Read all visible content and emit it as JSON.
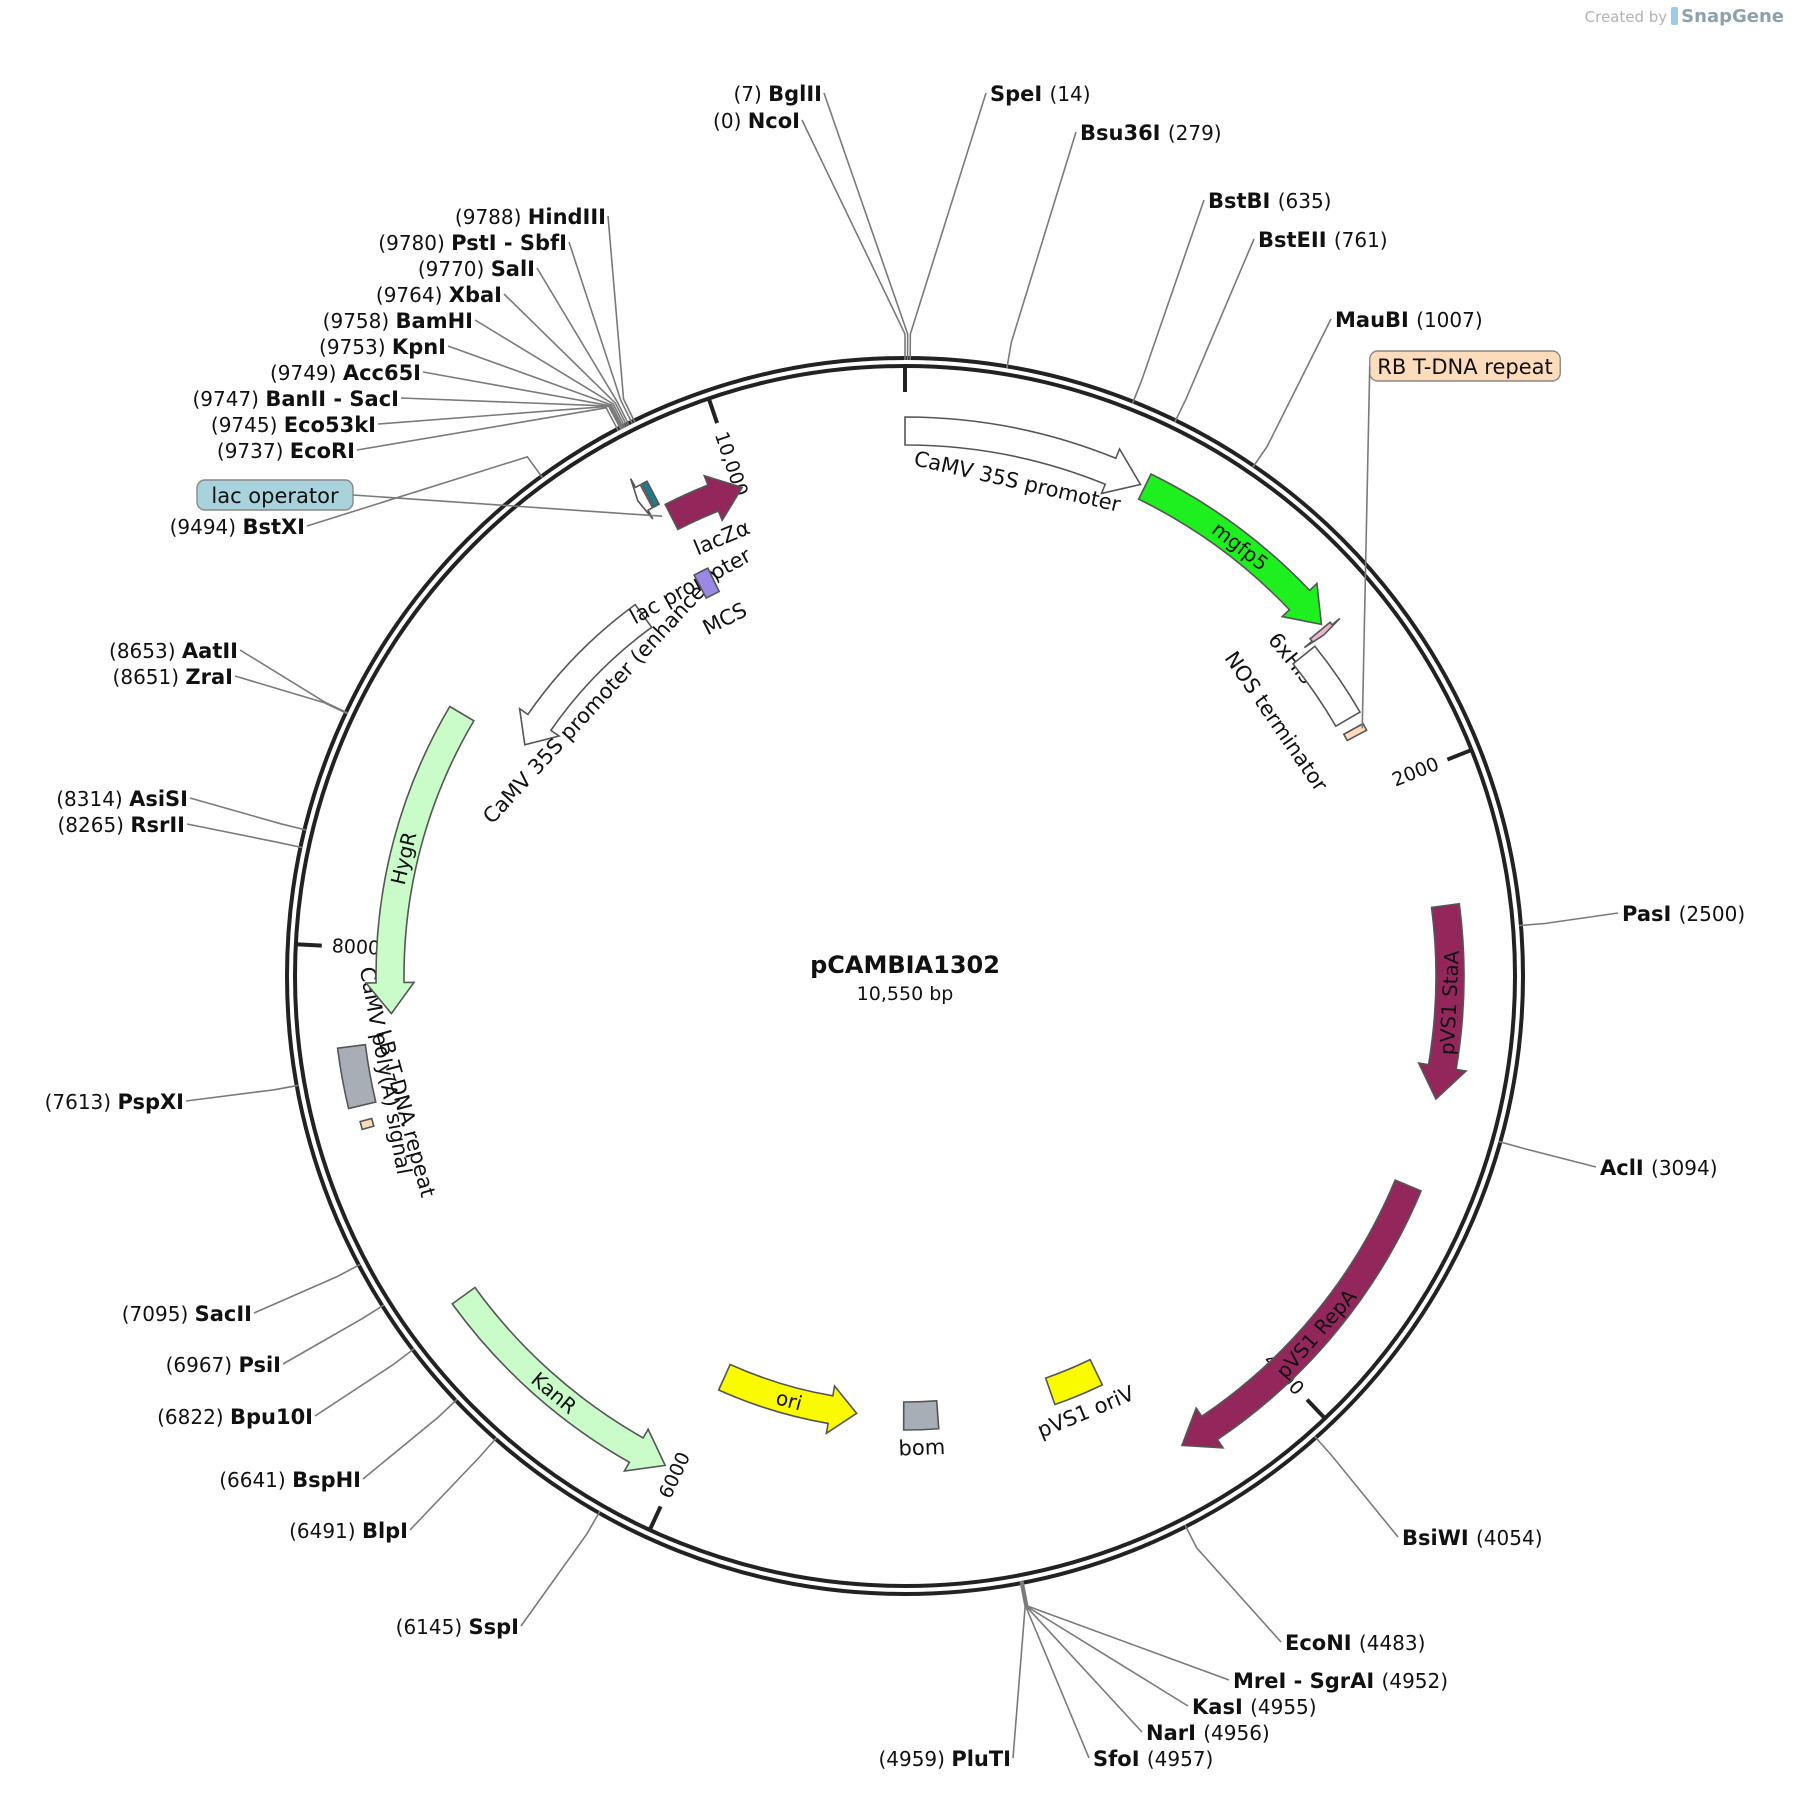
{
  "plasmid": {
    "name": "pCAMBIA1302",
    "length": 10550,
    "length_label": "10,550 bp"
  },
  "credit": {
    "prefix": "Created by",
    "brand": "SnapGene"
  },
  "ticks": [
    {
      "pos": 0,
      "label": ""
    },
    {
      "pos": 10000,
      "label": "10,000"
    },
    {
      "pos": 2000,
      "label": "2000"
    },
    {
      "pos": 4000,
      "label": "4000"
    },
    {
      "pos": 6000,
      "label": "6000"
    },
    {
      "pos": 8000,
      "label": "8000"
    }
  ],
  "features": [
    {
      "name": "CaMV 35S promoter",
      "start": 0,
      "end": 750,
      "strand": 1,
      "color": "#ffffff",
      "type": "promoter"
    },
    {
      "name": "mgfp5",
      "start": 765,
      "end": 1460,
      "strand": 1,
      "color": "#1eef1e",
      "type": "cds"
    },
    {
      "name": "6xHis",
      "start": 1472,
      "end": 1490,
      "strand": 1,
      "color": "#e7b7cf",
      "type": "tag"
    },
    {
      "name": "NOS terminator",
      "start": 1500,
      "end": 1755,
      "strand": 0,
      "color": "#ffffff",
      "type": "terminator"
    },
    {
      "name": "RB T-DNA repeat",
      "start": 1792,
      "end": 1816,
      "strand": 0,
      "color": "#fddcbc",
      "type": "repeat"
    },
    {
      "name": "pVS1 StaA",
      "start": 2420,
      "end": 3020,
      "strand": 1,
      "color": "#93275b",
      "type": "cds"
    },
    {
      "name": "pVS1 RepA",
      "start": 3300,
      "end": 4380,
      "strand": 1,
      "color": "#93275b",
      "type": "cds"
    },
    {
      "name": "pVS1 oriV",
      "start": 4520,
      "end": 4710,
      "strand": 0,
      "color": "#fbfb00",
      "type": "origin"
    },
    {
      "name": "bom",
      "start": 5150,
      "end": 5280,
      "strand": 0,
      "color": "#a8aeb5",
      "type": "misc"
    },
    {
      "name": "ori",
      "start": 5460,
      "end": 5985,
      "strand": -1,
      "color": "#fbfb00",
      "type": "origin"
    },
    {
      "name": "KanR",
      "start": 6040,
      "end": 6860,
      "strand": -1,
      "color": "#c9fcc9",
      "type": "cds"
    },
    {
      "name": "LB T-DNA repeat",
      "start": 7450,
      "end": 7474,
      "strand": 0,
      "color": "#fddcbc",
      "type": "repeat"
    },
    {
      "name": "CaMV poly(A) signal",
      "start": 7520,
      "end": 7700,
      "strand": 0,
      "color": "#a8aeb5",
      "type": "polyA"
    },
    {
      "name": "HygR",
      "start": 7790,
      "end": 8810,
      "strand": -1,
      "color": "#c9fcc9",
      "type": "cds"
    },
    {
      "name": "CaMV 35S promoter (enhanced)",
      "start": 8830,
      "end": 9495,
      "strand": -1,
      "color": "#ffffff",
      "type": "promoter"
    },
    {
      "name": "lac promoter",
      "start": 9690,
      "end": 9720,
      "strand": -1,
      "color": "#ffffff",
      "type": "promoter"
    },
    {
      "name": "lac operator",
      "start": 9725,
      "end": 9743,
      "strand": 0,
      "color": "#1c7d8e",
      "type": "operator"
    },
    {
      "name": "lacZα",
      "start": 9760,
      "end": 10010,
      "strand": 1,
      "color": "#93275b",
      "type": "cds"
    },
    {
      "name": "MCS",
      "start": 9737,
      "end": 9794,
      "strand": 0,
      "color": "#9b87e6",
      "type": "mcs"
    }
  ],
  "sites": [
    {
      "name": "NcoI",
      "pos": 0,
      "side": "left"
    },
    {
      "name": "BglII",
      "pos": 7,
      "side": "left"
    },
    {
      "name": "SpeI",
      "pos": 14,
      "side": "right"
    },
    {
      "name": "Bsu36I",
      "pos": 279,
      "side": "right"
    },
    {
      "name": "BstBI",
      "pos": 635,
      "side": "right"
    },
    {
      "name": "BstEII",
      "pos": 761,
      "side": "right"
    },
    {
      "name": "MauBI",
      "pos": 1007,
      "side": "right"
    },
    {
      "name": "PasI",
      "pos": 2500,
      "side": "right"
    },
    {
      "name": "AclI",
      "pos": 3094,
      "side": "right"
    },
    {
      "name": "BsiWI",
      "pos": 4054,
      "side": "right"
    },
    {
      "name": "EcoNI",
      "pos": 4483,
      "side": "right"
    },
    {
      "name": "MreI - SgrAI",
      "pos": 4952,
      "side": "right"
    },
    {
      "name": "KasI",
      "pos": 4955,
      "side": "right"
    },
    {
      "name": "NarI",
      "pos": 4956,
      "side": "right"
    },
    {
      "name": "SfoI",
      "pos": 4957,
      "side": "right"
    },
    {
      "name": "PluTI",
      "pos": 4959,
      "side": "left"
    },
    {
      "name": "SspI",
      "pos": 6145,
      "side": "left"
    },
    {
      "name": "BlpI",
      "pos": 6491,
      "side": "left"
    },
    {
      "name": "BspHI",
      "pos": 6641,
      "side": "left"
    },
    {
      "name": "Bpu10I",
      "pos": 6822,
      "side": "left"
    },
    {
      "name": "PsiI",
      "pos": 6967,
      "side": "left"
    },
    {
      "name": "SacII",
      "pos": 7095,
      "side": "left"
    },
    {
      "name": "PspXI",
      "pos": 7613,
      "side": "left"
    },
    {
      "name": "RsrII",
      "pos": 8265,
      "side": "left"
    },
    {
      "name": "AsiSI",
      "pos": 8314,
      "side": "left"
    },
    {
      "name": "ZraI",
      "pos": 8651,
      "side": "left"
    },
    {
      "name": "AatII",
      "pos": 8653,
      "side": "left"
    },
    {
      "name": "BstXI",
      "pos": 9494,
      "side": "left"
    },
    {
      "name": "EcoRI",
      "pos": 9737,
      "side": "left"
    },
    {
      "name": "Eco53kI",
      "pos": 9745,
      "side": "left"
    },
    {
      "name": "BanII - SacI",
      "pos": 9747,
      "side": "left"
    },
    {
      "name": "Acc65I",
      "pos": 9749,
      "side": "left"
    },
    {
      "name": "KpnI",
      "pos": 9753,
      "side": "left"
    },
    {
      "name": "BamHI",
      "pos": 9758,
      "side": "left"
    },
    {
      "name": "XbaI",
      "pos": 9764,
      "side": "left"
    },
    {
      "name": "SalI",
      "pos": 9770,
      "side": "left"
    },
    {
      "name": "PstI - SbfI",
      "pos": 9780,
      "side": "left"
    },
    {
      "name": "HindIII",
      "pos": 9788,
      "side": "left"
    }
  ],
  "colors": {
    "backbone": "#222222",
    "leader": "#7a7a7a",
    "lac_operator_label_bg": "#a9d3dc",
    "rb_label_bg": "#fddcbc"
  }
}
